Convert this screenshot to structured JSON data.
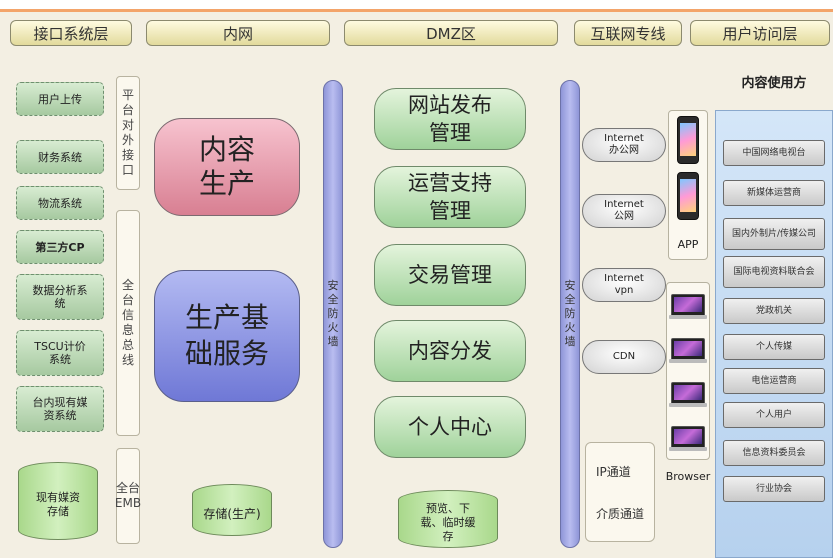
{
  "headers": {
    "interface_layer": "接口系统层",
    "intranet": "内网",
    "dmz": "DMZ区",
    "internet_line": "互联网专线",
    "user_access": "用户访问层"
  },
  "interface_systems": [
    "用户上传",
    "财务系统",
    "物流系统",
    "第三方CP",
    "数据分析系统",
    "TSCU计价系统",
    "台内现有媒资系统"
  ],
  "platform_interface": "平台对外接口",
  "info_bus": "全台信息总线",
  "emb": "全台EMB",
  "existing_storage": "现有媒资存储",
  "content_production": "内容生产",
  "production_base": "生产基础服务",
  "production_storage": "存储(生产)",
  "firewall_left": "安全防火墙",
  "firewall_right": "安全防火墙",
  "dmz_items": [
    "网站发布管理",
    "运营支持管理",
    "交易管理",
    "内容分发",
    "个人中心"
  ],
  "dmz_cache": "预览、下载、临时缓存",
  "clouds": [
    "Internet 办公网",
    "Internet 公网",
    "Internet vpn",
    "CDN"
  ],
  "app_label": "APP",
  "browser_label": "Browser",
  "ip_channel": "IP通道",
  "media_channel": "介质通道",
  "content_users_title": "内容使用方",
  "content_users": [
    "中国网络电视台",
    "新媒体运营商",
    "国内外制片/传媒公司",
    "国际电视资料联合会",
    "党政机关",
    "个人传媒",
    "电信运营商",
    "个人用户",
    "信息资料委员会",
    "行业协会"
  ]
}
